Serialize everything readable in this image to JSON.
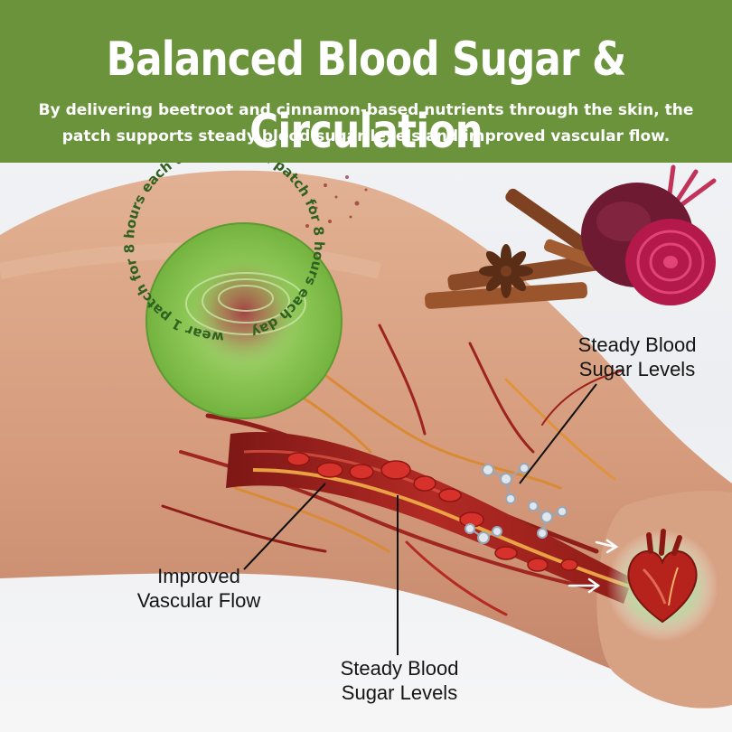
{
  "header": {
    "title": "Balanced Blood Sugar & Circulation",
    "subtitle": "By delivering beetroot and cinnamon-based nutrients through the skin, the patch supports steady blood sugar levels and improved vascular flow."
  },
  "patch": {
    "ring_text": "wear 1 patch for 8 hours each day"
  },
  "callouts": {
    "top_right": {
      "line1": "Steady Blood",
      "line2": "Sugar Levels"
    },
    "left": {
      "line1": "Improved",
      "line2": "Vascular Flow"
    },
    "bottom": {
      "line1": "Steady Blood",
      "line2": "Sugar Levels"
    }
  },
  "colors": {
    "banner": "#6a933c",
    "patch": "#7fbf4a",
    "vessel": "#a3201d",
    "skin": "#d9a283"
  }
}
